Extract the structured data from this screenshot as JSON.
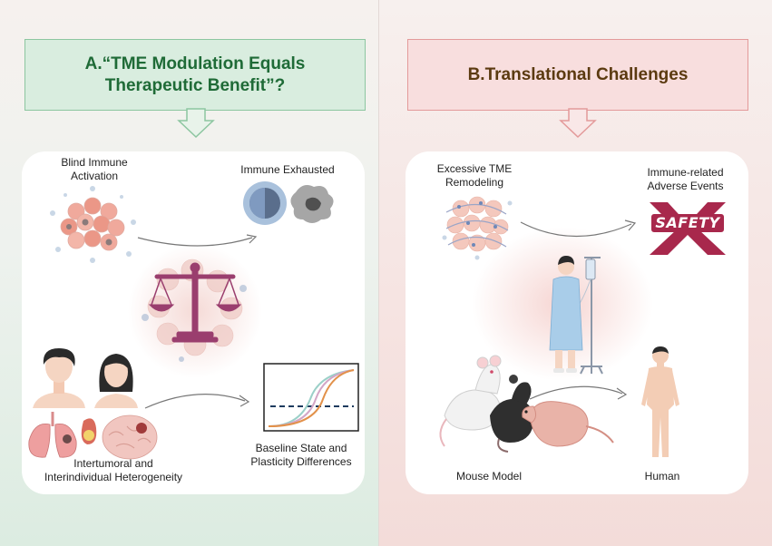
{
  "panel_a": {
    "title_line1": "A.“TME Modulation Equals",
    "title_line2": "Therapeutic Benefit”?",
    "blind_line1": "Blind Immune",
    "blind_line2": "Activation",
    "exhausted": "Immune Exhausted",
    "baseline_line1": "Baseline State and",
    "baseline_line2": "Plasticity Differences",
    "hetero_line1": "Intertumoral and",
    "hetero_line2": "Interindividual Heterogeneity"
  },
  "panel_b": {
    "title": "B.Translational Challenges",
    "excessive_line1": "Excessive TME",
    "excessive_line2": "Remodeling",
    "irae_line1": "Immune-related",
    "irae_line2": "Adverse Events",
    "safety": "SAFETY",
    "mouse": "Mouse Model",
    "human": "Human"
  },
  "colors": {
    "green_box": "#d9eddf",
    "green_text": "#1f6b37",
    "pink_box": "#f8dede",
    "brown_text": "#5b3a10",
    "balance": "#9a3e6e",
    "safety_red": "#a8284c"
  }
}
